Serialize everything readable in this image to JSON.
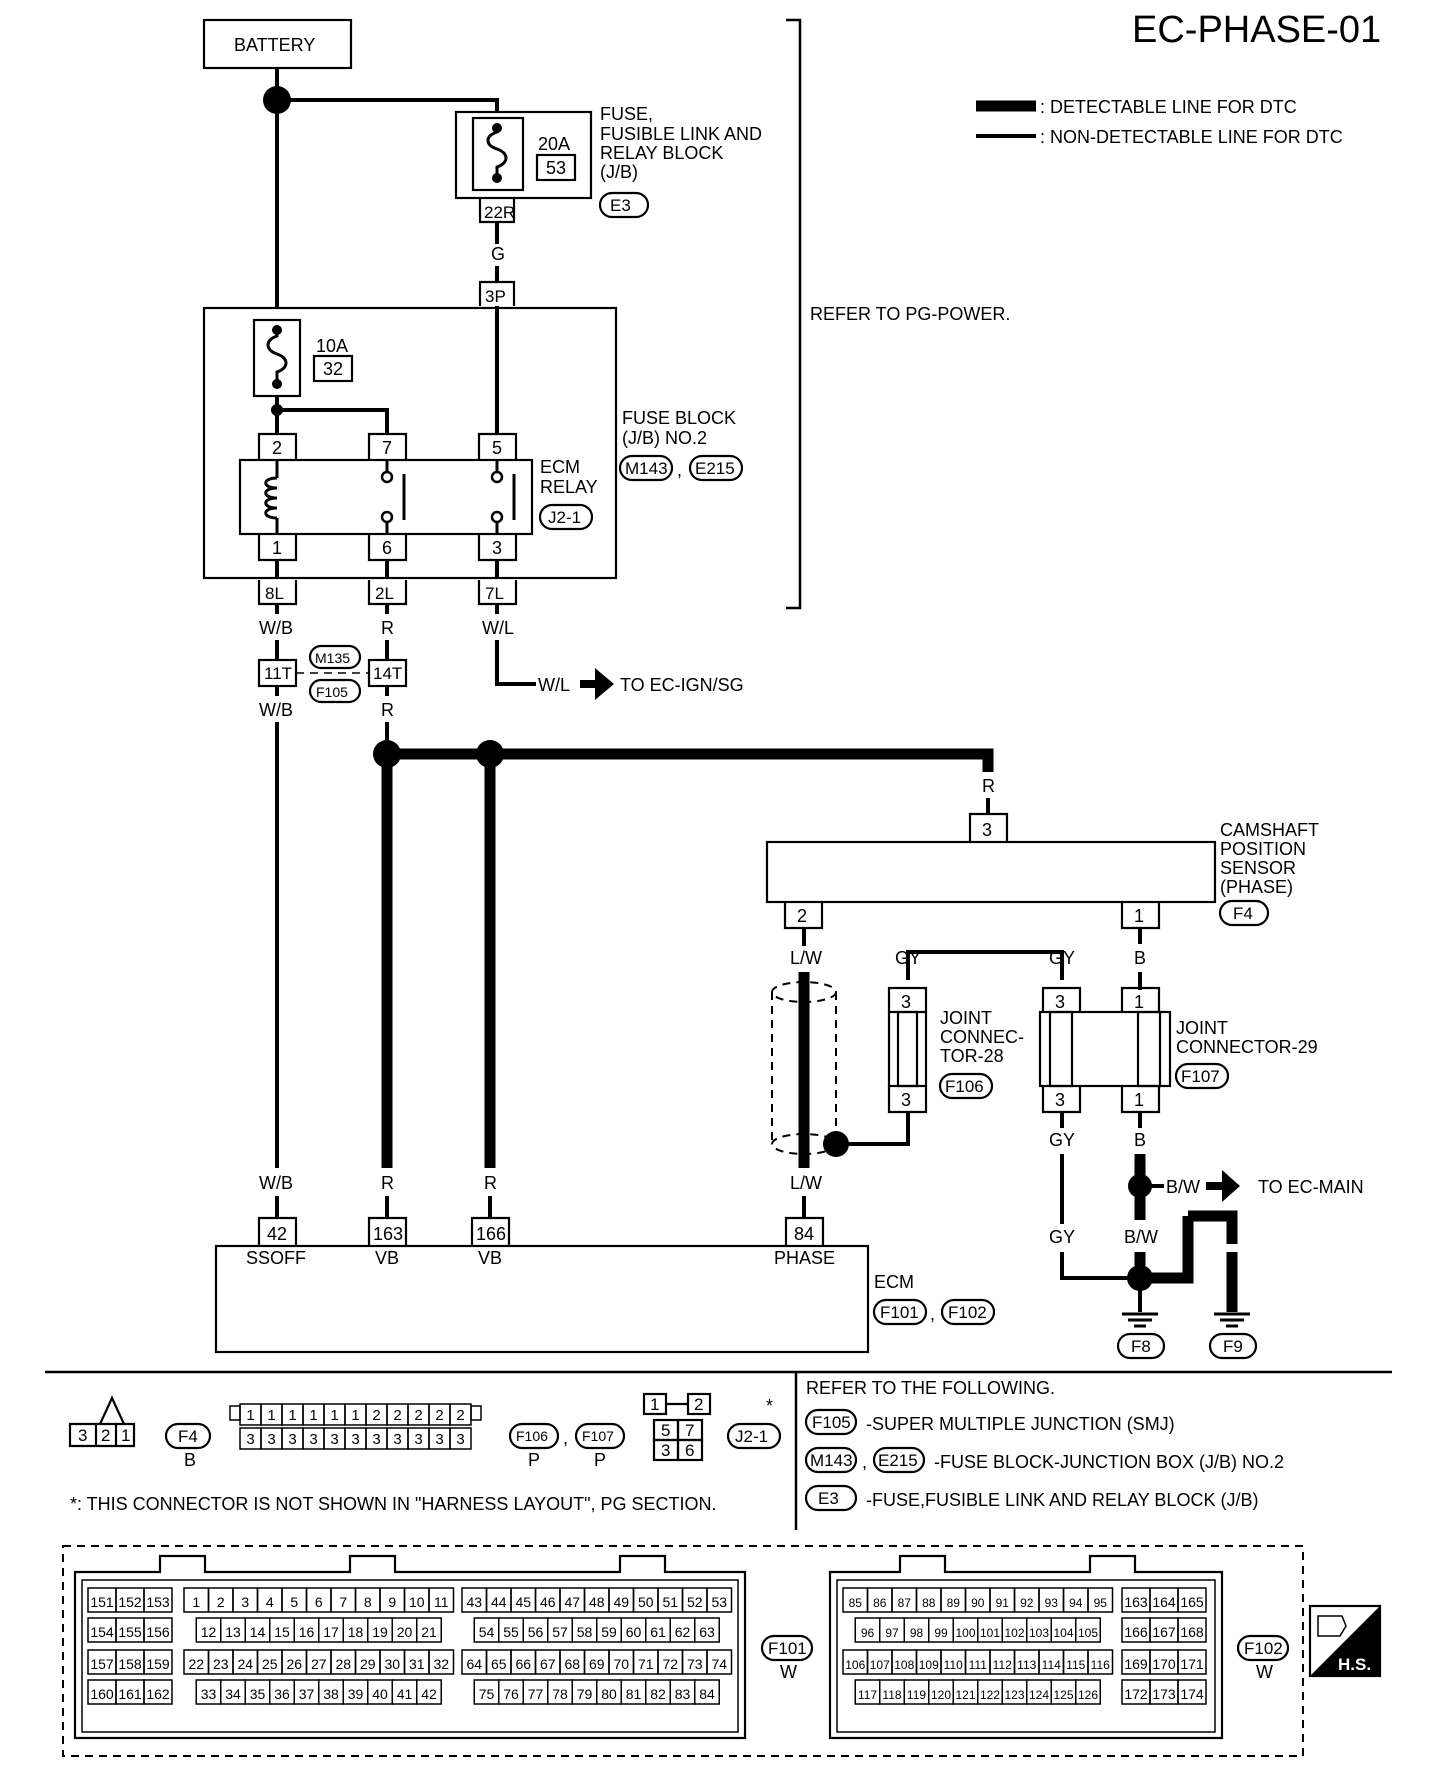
{
  "page_title": "EC-PHASE-01",
  "legend": {
    "detectable": ": DETECTABLE LINE FOR DTC",
    "non_detectable": ": NON-DETECTABLE LINE FOR DTC"
  },
  "battery": "BATTERY",
  "fuse_20a": {
    "label_lines": [
      "FUSE,",
      "FUSIBLE LINK AND",
      "RELAY BLOCK",
      "(J/B)"
    ],
    "rating": "20A",
    "number": "53",
    "connector": "E3",
    "terminal": "22R"
  },
  "wire_colors": {
    "g": "G",
    "wb": "W/B",
    "r": "R",
    "wl": "W/L",
    "lw": "L/W",
    "gy": "GY",
    "b": "B",
    "bw": "B/W"
  },
  "refer_power": "REFER TO PG-POWER.",
  "fuse_block": {
    "label_lines": [
      "FUSE BLOCK",
      "(J/B) NO.2"
    ],
    "connectors": [
      "M143",
      "E215"
    ],
    "sep": ",",
    "terminal_top": "3P",
    "terminals_bottom": [
      "8L",
      "2L",
      "7L"
    ]
  },
  "fuse_10a": {
    "rating": "10A",
    "number": "32"
  },
  "ecm_relay": {
    "label_lines": [
      "ECM",
      "RELAY"
    ],
    "connector": "J2-1",
    "pins_top": [
      "2",
      "7",
      "5"
    ],
    "pins_bottom": [
      "1",
      "6",
      "3"
    ]
  },
  "inline_connector": {
    "codes": [
      "M135",
      "F105"
    ],
    "terminals": [
      "11T",
      "14T"
    ]
  },
  "to_ign": "TO EC-IGN/SG",
  "camshaft_sensor": {
    "label_lines": [
      "CAMSHAFT",
      "POSITION",
      "SENSOR",
      "(PHASE)"
    ],
    "connector": "F4",
    "pins": [
      "3",
      "2",
      "1"
    ]
  },
  "joint28": {
    "label_lines": [
      "JOINT",
      "CONNEC-",
      "TOR-28"
    ],
    "connector": "F106",
    "pins": [
      "3",
      "3"
    ]
  },
  "joint29": {
    "label_lines": [
      "JOINT",
      "CONNECTOR-29"
    ],
    "connector": "F107",
    "pins": [
      "3",
      "1",
      "3",
      "1"
    ]
  },
  "to_main": "TO EC-MAIN",
  "grounds": [
    "F8",
    "F9"
  ],
  "ecm": {
    "label": "ECM",
    "connectors": [
      "F101",
      "F102"
    ],
    "pins": [
      "42",
      "163",
      "166",
      "84"
    ],
    "pin_names": [
      "SSOFF",
      "VB",
      "VB",
      "PHASE"
    ]
  },
  "connector_views": {
    "f4_pins": [
      "3",
      "2",
      "1"
    ],
    "f4_code": "F4",
    "f4_color": "B",
    "f106_row1": [
      "1",
      "1",
      "1",
      "1",
      "1",
      "1",
      "2",
      "2",
      "2",
      "2",
      "2"
    ],
    "f106_row2": [
      "3",
      "3",
      "3",
      "3",
      "3",
      "3",
      "3",
      "3",
      "3",
      "3",
      "3"
    ],
    "f106_codes": [
      "F106",
      "F107"
    ],
    "f106_colors": [
      "P",
      "P"
    ],
    "j21_pins": [
      "1",
      "2",
      "5",
      "7",
      "3",
      "6"
    ],
    "j21_code": "J2-1",
    "star": "*",
    "note": "*: THIS CONNECTOR IS NOT SHOWN IN \"HARNESS LAYOUT\", PG SECTION."
  },
  "refer_following": {
    "heading": "REFER TO THE FOLLOWING.",
    "items": [
      {
        "codes": [
          "F105"
        ],
        "text": "-SUPER MULTIPLE JUNCTION (SMJ)"
      },
      {
        "codes": [
          "M143",
          "E215"
        ],
        "text": "-FUSE BLOCK-JUNCTION BOX (J/B) NO.2"
      },
      {
        "codes": [
          "E3"
        ],
        "text": "-FUSE,FUSIBLE LINK AND RELAY BLOCK (J/B)"
      }
    ]
  },
  "f101": {
    "code": "F101",
    "color": "W",
    "left_block": [
      [
        "151",
        "152",
        "153"
      ],
      [
        "154",
        "155",
        "156"
      ],
      [
        "157",
        "158",
        "159"
      ],
      [
        "160",
        "161",
        "162"
      ]
    ],
    "rows_a": [
      [
        "1",
        "2",
        "3",
        "4",
        "5",
        "6",
        "7",
        "8",
        "9",
        "10",
        "11"
      ],
      [
        "12",
        "13",
        "14",
        "15",
        "16",
        "17",
        "18",
        "19",
        "20",
        "21"
      ],
      [
        "22",
        "23",
        "24",
        "25",
        "26",
        "27",
        "28",
        "29",
        "30",
        "31",
        "32"
      ],
      [
        "33",
        "34",
        "35",
        "36",
        "37",
        "38",
        "39",
        "40",
        "41",
        "42"
      ]
    ],
    "rows_b": [
      [
        "43",
        "44",
        "45",
        "46",
        "47",
        "48",
        "49",
        "50",
        "51",
        "52",
        "53"
      ],
      [
        "54",
        "55",
        "56",
        "57",
        "58",
        "59",
        "60",
        "61",
        "62",
        "63"
      ],
      [
        "64",
        "65",
        "66",
        "67",
        "68",
        "69",
        "70",
        "71",
        "72",
        "73",
        "74"
      ],
      [
        "75",
        "76",
        "77",
        "78",
        "79",
        "80",
        "81",
        "82",
        "83",
        "84"
      ]
    ]
  },
  "f102": {
    "code": "F102",
    "color": "W",
    "rows": [
      [
        "85",
        "86",
        "87",
        "88",
        "89",
        "90",
        "91",
        "92",
        "93",
        "94",
        "95"
      ],
      [
        "96",
        "97",
        "98",
        "99",
        "100",
        "101",
        "102",
        "103",
        "104",
        "105"
      ],
      [
        "106",
        "107",
        "108",
        "109",
        "110",
        "111",
        "112",
        "113",
        "114",
        "115",
        "116"
      ],
      [
        "117",
        "118",
        "119",
        "120",
        "121",
        "122",
        "123",
        "124",
        "125",
        "126"
      ]
    ],
    "right_block": [
      [
        "163",
        "164",
        "165"
      ],
      [
        "166",
        "167",
        "168"
      ],
      [
        "169",
        "170",
        "171"
      ],
      [
        "172",
        "173",
        "174"
      ]
    ]
  },
  "hs_logo": "H.S."
}
